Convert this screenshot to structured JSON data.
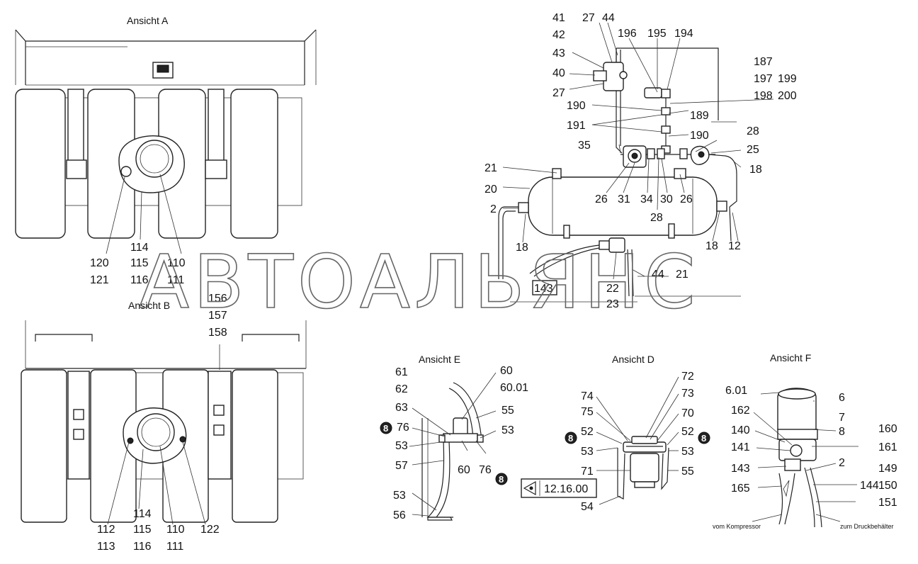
{
  "views": {
    "a": "Ansicht A",
    "b": "Ansicht B",
    "d": "Ansicht D",
    "e": "Ansicht E",
    "f": "Ansicht F"
  },
  "watermark": "АВТОАЛЬЯНС",
  "badge": "8",
  "reference_box": "12.16.00",
  "notes": {
    "from_compressor": "vom Kompressor",
    "to_reservoir": "zum Druckbehälter"
  },
  "labels": {
    "a_120": "120",
    "a_121": "121",
    "a_114": "114",
    "a_115": "115",
    "a_116": "116",
    "a_110": "110",
    "a_111": "111",
    "b_156": "156",
    "b_157": "157",
    "b_158": "158",
    "b_112": "112",
    "b_113": "113",
    "b_114": "114",
    "b_115": "115",
    "b_116": "116",
    "b_110": "110",
    "b_111": "111",
    "b_122": "122",
    "m_41": "41",
    "m_42": "42",
    "m_43": "43",
    "m_40": "40",
    "m_27a": "27",
    "m_27b": "27",
    "m_44a": "44",
    "m_196": "196",
    "m_195": "195",
    "m_194": "194",
    "m_187": "187",
    "m_197": "197",
    "m_199": "199",
    "m_198": "198",
    "m_200": "200",
    "m_190a": "190",
    "m_189": "189",
    "m_191": "191",
    "m_190b": "190",
    "m_35": "35",
    "m_28a": "28",
    "m_25": "25",
    "m_18a": "18",
    "m_21a": "21",
    "m_20": "20",
    "m_2": "2",
    "m_26a": "26",
    "m_31": "31",
    "m_34": "34",
    "m_30": "30",
    "m_26b": "26",
    "m_28b": "28",
    "m_18b": "18",
    "m_18c": "18",
    "m_12": "12",
    "m_143": "143",
    "m_22": "22",
    "m_44b": "44",
    "m_21b": "21",
    "m_23": "23",
    "e_61": "61",
    "e_62": "62",
    "e_63": "63",
    "e_76a": "76",
    "e_53a": "53",
    "e_57": "57",
    "e_53b": "53",
    "e_56": "56",
    "e_60a": "60",
    "e_6001": "60.01",
    "e_55": "55",
    "e_53c": "53",
    "e_60b": "60",
    "e_76b": "76",
    "d_74": "74",
    "d_75": "75",
    "d_52a": "52",
    "d_53a": "53",
    "d_71": "71",
    "d_54": "54",
    "d_72": "72",
    "d_73": "73",
    "d_70": "70",
    "d_52b": "52",
    "d_53b": "53",
    "d_55": "55",
    "f_601": "6.01",
    "f_162": "162",
    "f_140": "140",
    "f_141": "141",
    "f_143": "143",
    "f_165": "165",
    "f_6": "6",
    "f_7": "7",
    "f_8": "8",
    "f_160": "160",
    "f_161": "161",
    "f_2": "2",
    "f_149": "149",
    "f_144": "144",
    "f_150": "150",
    "f_151": "151"
  }
}
